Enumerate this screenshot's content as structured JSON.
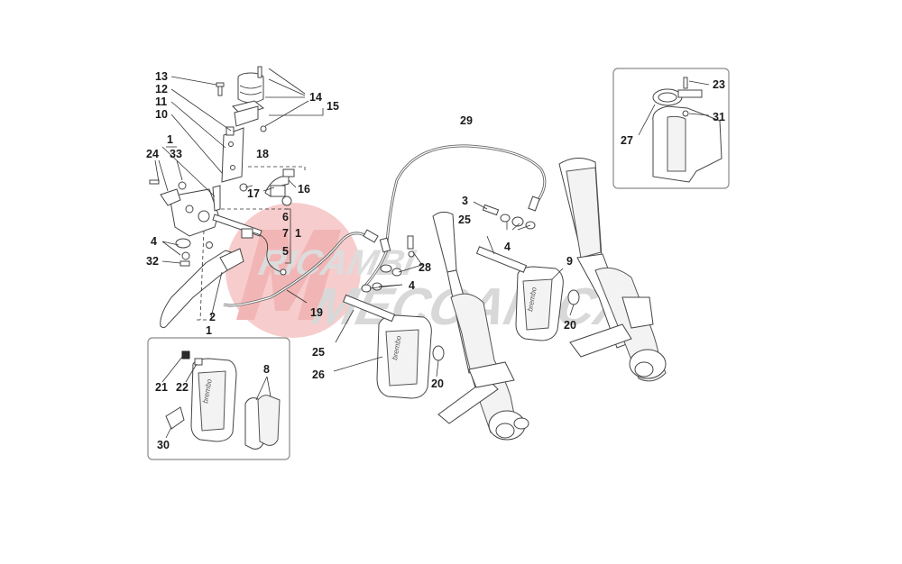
{
  "watermark": {
    "line1": "RICAMBI",
    "line2": "MECCANICA",
    "color_circle": "#f4b8b8",
    "color_text": "#c9c9c9"
  },
  "callouts": [
    "13",
    "12",
    "11",
    "10",
    "1",
    "24",
    "33",
    "4",
    "32",
    "14",
    "15",
    "18",
    "17",
    "16",
    "6",
    "7",
    "5",
    "1",
    "2",
    "1",
    "19",
    "29",
    "3",
    "25",
    "4",
    "28",
    "4",
    "9",
    "20",
    "25",
    "26",
    "20",
    "21",
    "22",
    "8",
    "30",
    "23",
    "31",
    "27"
  ]
}
